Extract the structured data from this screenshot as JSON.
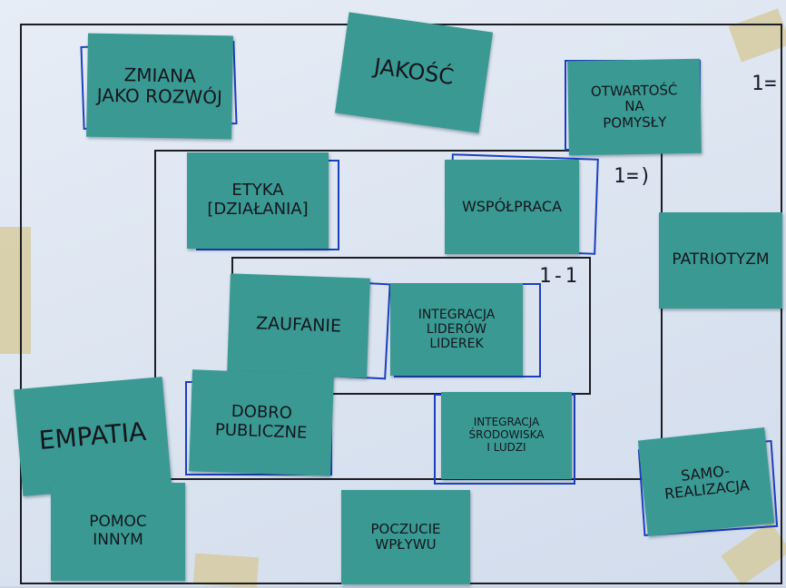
{
  "notes": {
    "zmiana": "Zmiana\njako rozwój",
    "jakosc": "Jakość",
    "otwartosc": "Otwartość\nna\npomysły",
    "etyka": "Etyka\n[działania]",
    "wspolpraca": "Współpraca",
    "patriotyzm": "Patriotyzm",
    "zaufanie": "Zaufanie",
    "integracja_liderow": "Integracja\nliderów\nliderek",
    "empatia": "Empatia",
    "dobro": "Dobro\npubliczne",
    "integracja_srodowiska": "Integracja\nśrodowiska\ni ludzi",
    "samorealizacja": "Samo-\nrealizacja",
    "pomoc": "Pomoc\ninnym",
    "poczucie": "Poczucie\nwpływu"
  },
  "marks": {
    "outer": "1=",
    "middle": "1=)",
    "inner": "1-1"
  },
  "colors": {
    "note": "#3a9a93",
    "marker_blue": "#1c3fbf",
    "marker_black": "#1d1d24",
    "paper": "#e2e9f4"
  }
}
